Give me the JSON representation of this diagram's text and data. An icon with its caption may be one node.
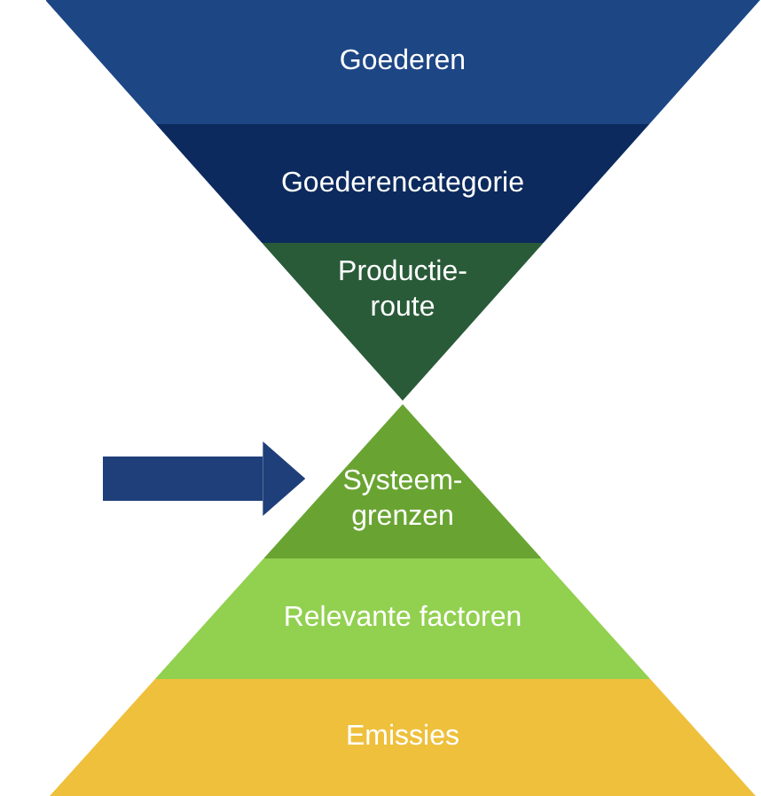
{
  "diagram": {
    "nodes": [
      {
        "text": [
          "Goederen"
        ]
      },
      {
        "text": [
          "Goederencategorie"
        ]
      },
      {
        "text": [
          "Productie-route"
        ]
      },
      {
        "text": [
          "Systeem-grenzen"
        ]
      },
      {
        "text": [
          "Relevante factoren"
        ]
      },
      {
        "text": [
          "Emissies"
        ]
      }
    ],
    "edges": [
      {
        "from": null,
        "to": 3,
        "arrow": "to",
        "color": "#1f3f7a"
      }
    ]
  }
}
